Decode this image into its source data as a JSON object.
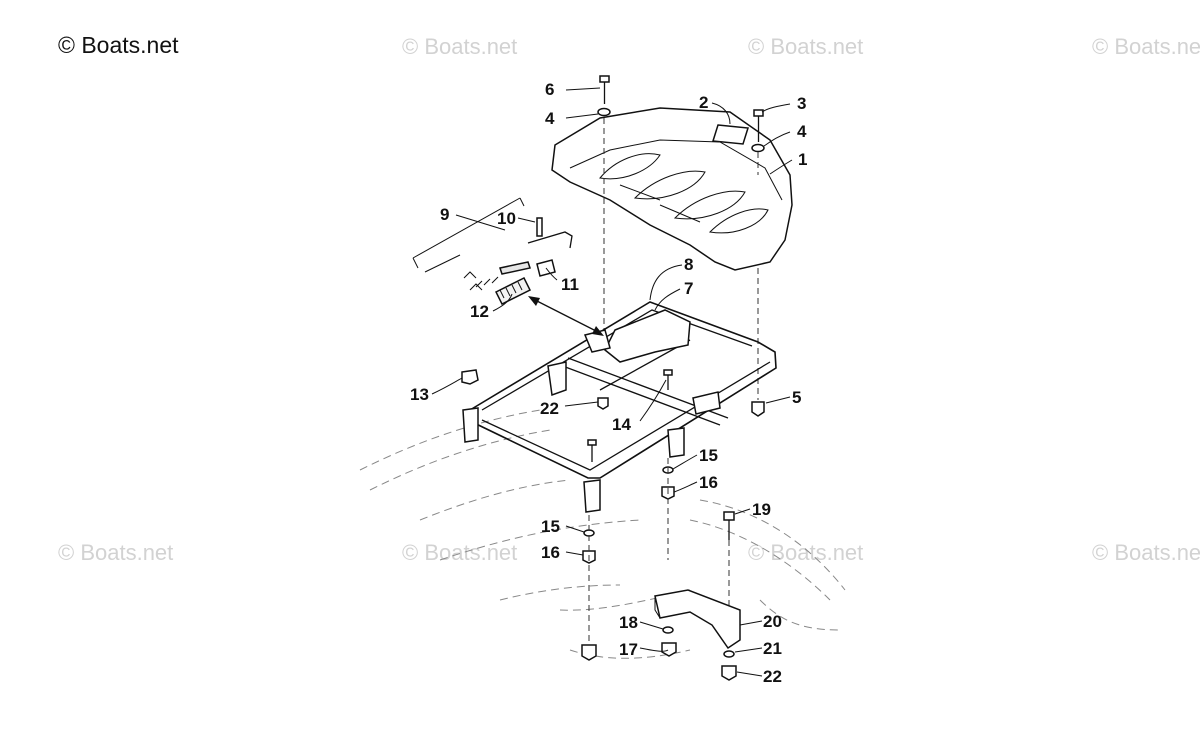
{
  "watermark": {
    "main": "© Boats.net",
    "faint": "© Boats.net"
  },
  "callouts": {
    "c1": "1",
    "c2": "2",
    "c3": "3",
    "c4a": "4",
    "c4b": "4",
    "c5": "5",
    "c6": "6",
    "c7": "7",
    "c8": "8",
    "c9": "9",
    "c10": "10",
    "c11": "11",
    "c12": "12",
    "c13": "13",
    "c14": "14",
    "c15a": "15",
    "c15b": "15",
    "c16a": "16",
    "c16b": "16",
    "c17": "17",
    "c18": "18",
    "c19": "19",
    "c20": "20",
    "c21": "21",
    "c22a": "22",
    "c22b": "22"
  }
}
